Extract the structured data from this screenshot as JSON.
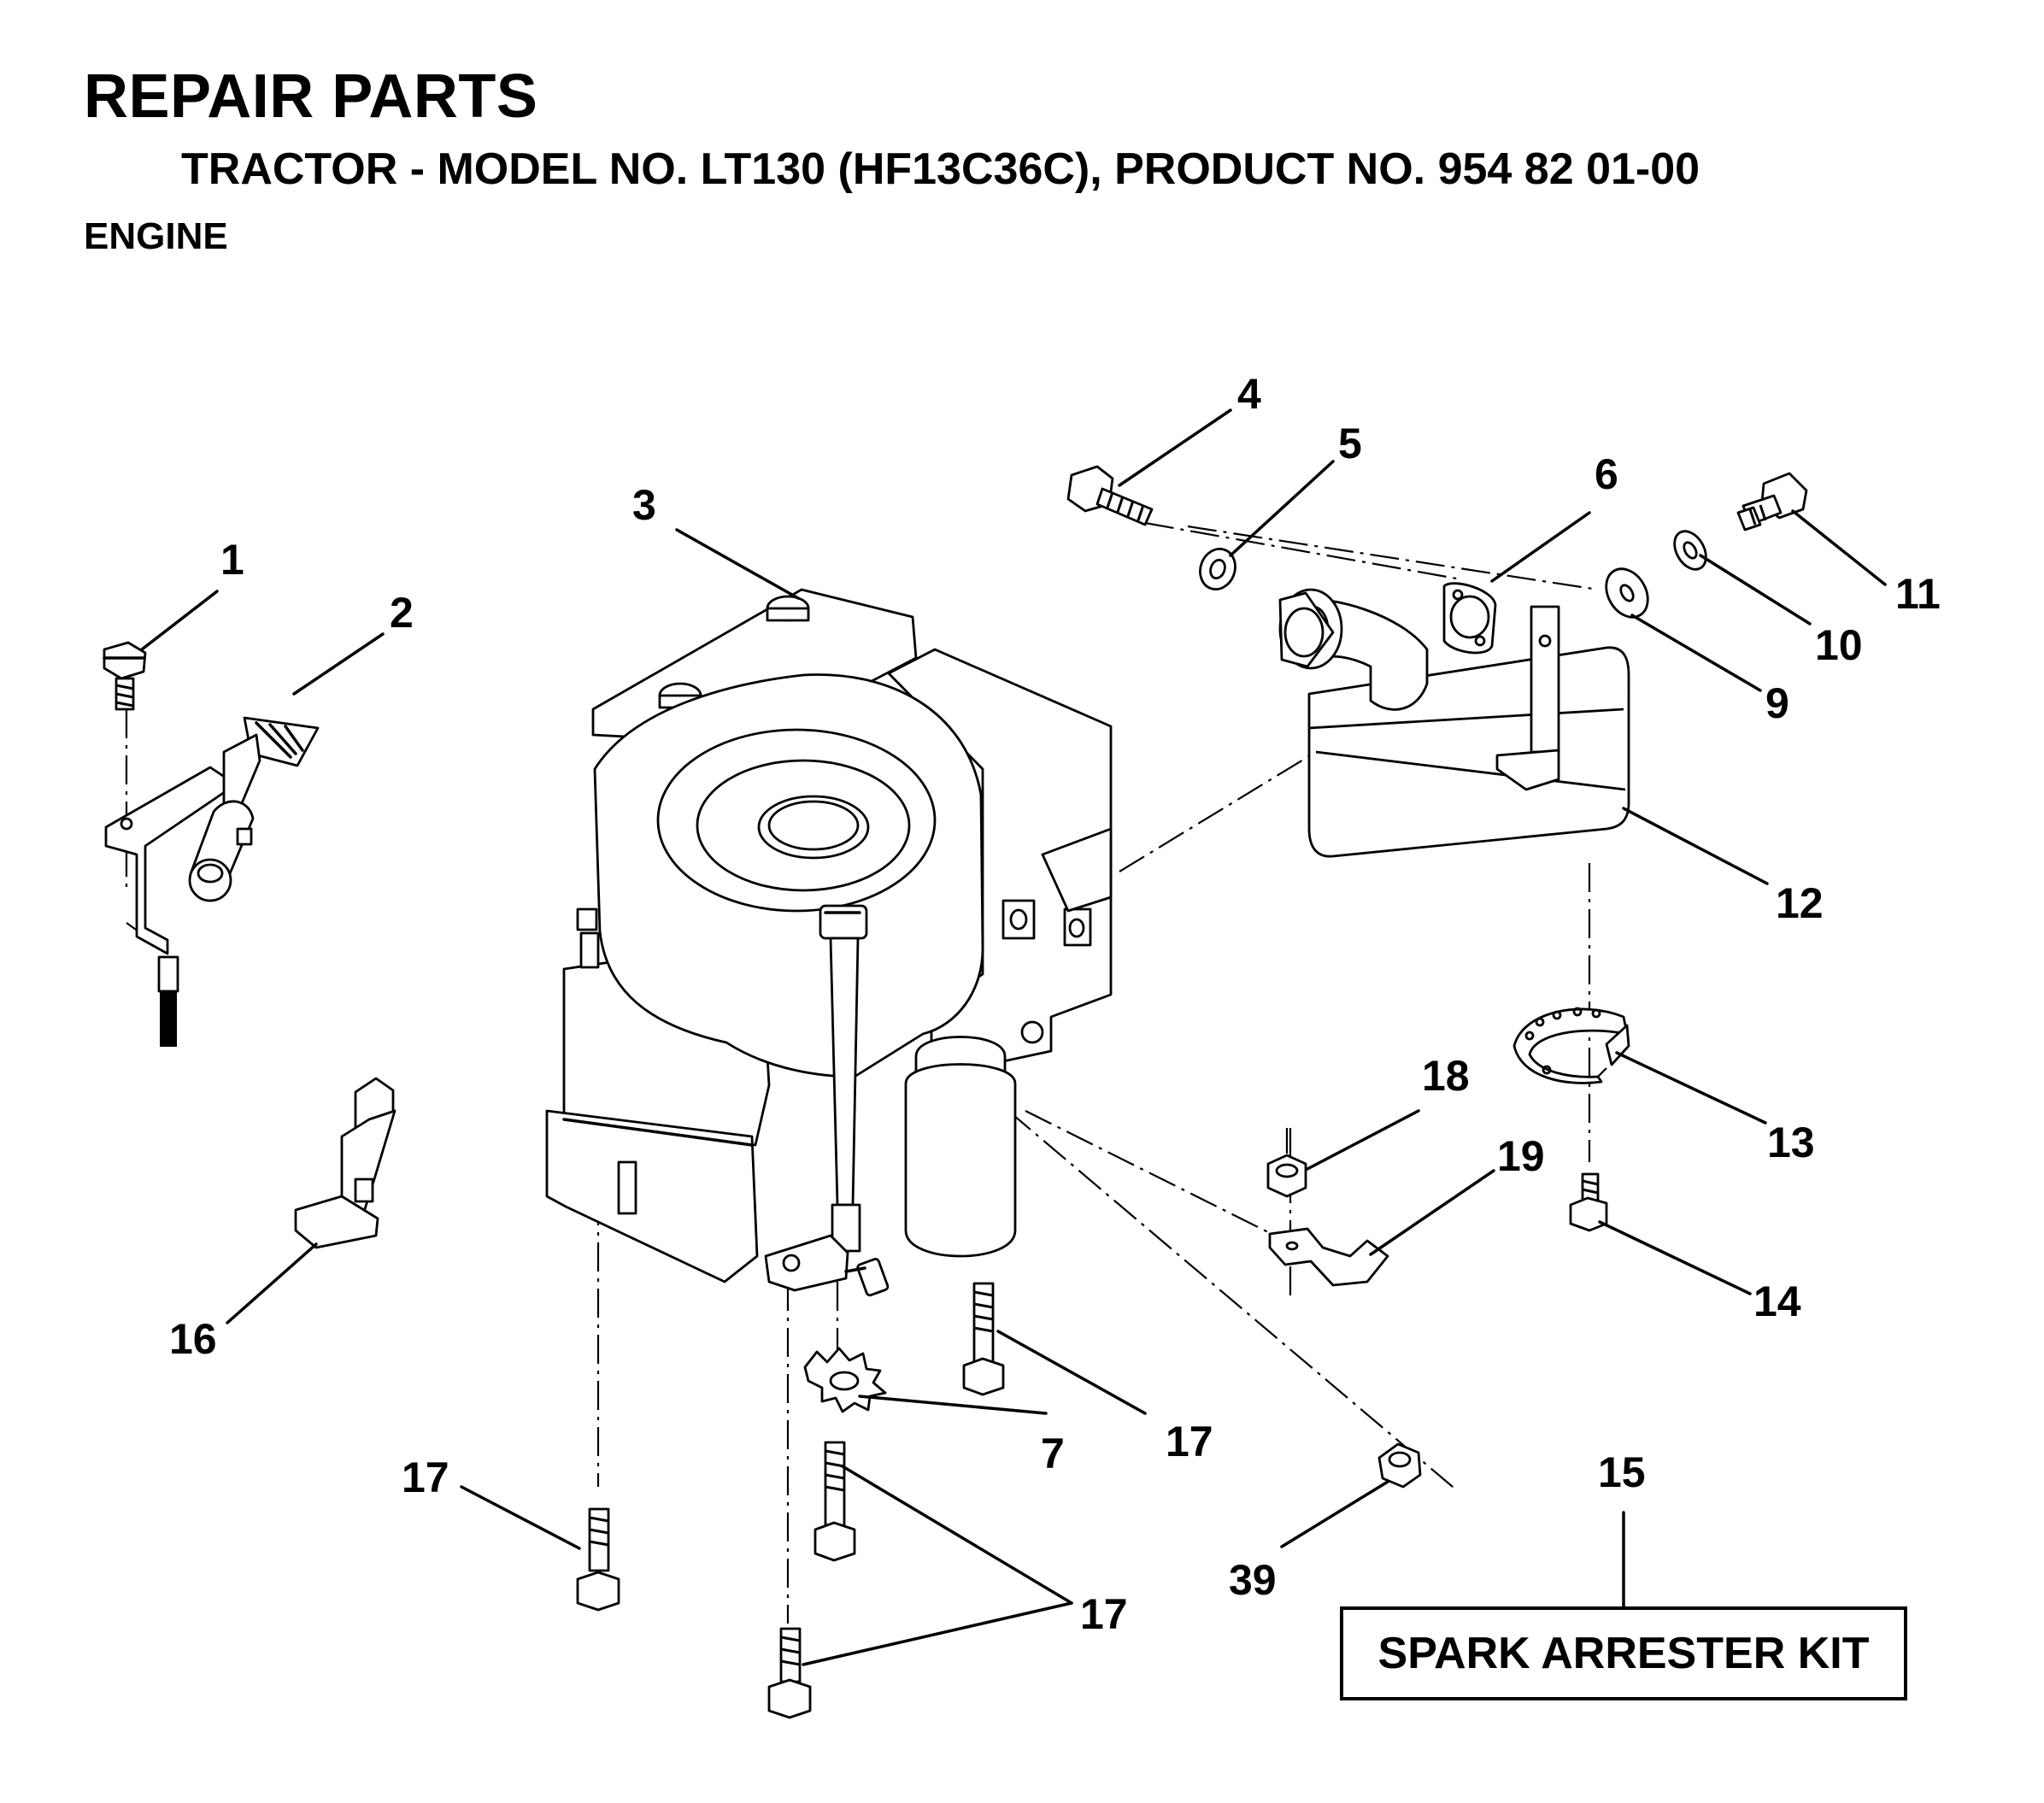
{
  "header": {
    "title": "REPAIR PARTS",
    "subtitle": "TRACTOR - MODEL NO. LT130 (HF13C36C), PRODUCT NO. 954 82 01-00",
    "section": "ENGINE"
  },
  "callouts": {
    "c1": "1",
    "c2": "2",
    "c3": "3",
    "c4": "4",
    "c5": "5",
    "c6": "6",
    "c7": "7",
    "c9": "9",
    "c10": "10",
    "c11": "11",
    "c12": "12",
    "c13": "13",
    "c14": "14",
    "c15": "15",
    "c16": "16",
    "c17a": "17",
    "c17b": "17",
    "c17c": "17",
    "c18": "18",
    "c19": "19",
    "c39": "39"
  },
  "kit": {
    "label": "SPARK ARRESTER KIT"
  }
}
